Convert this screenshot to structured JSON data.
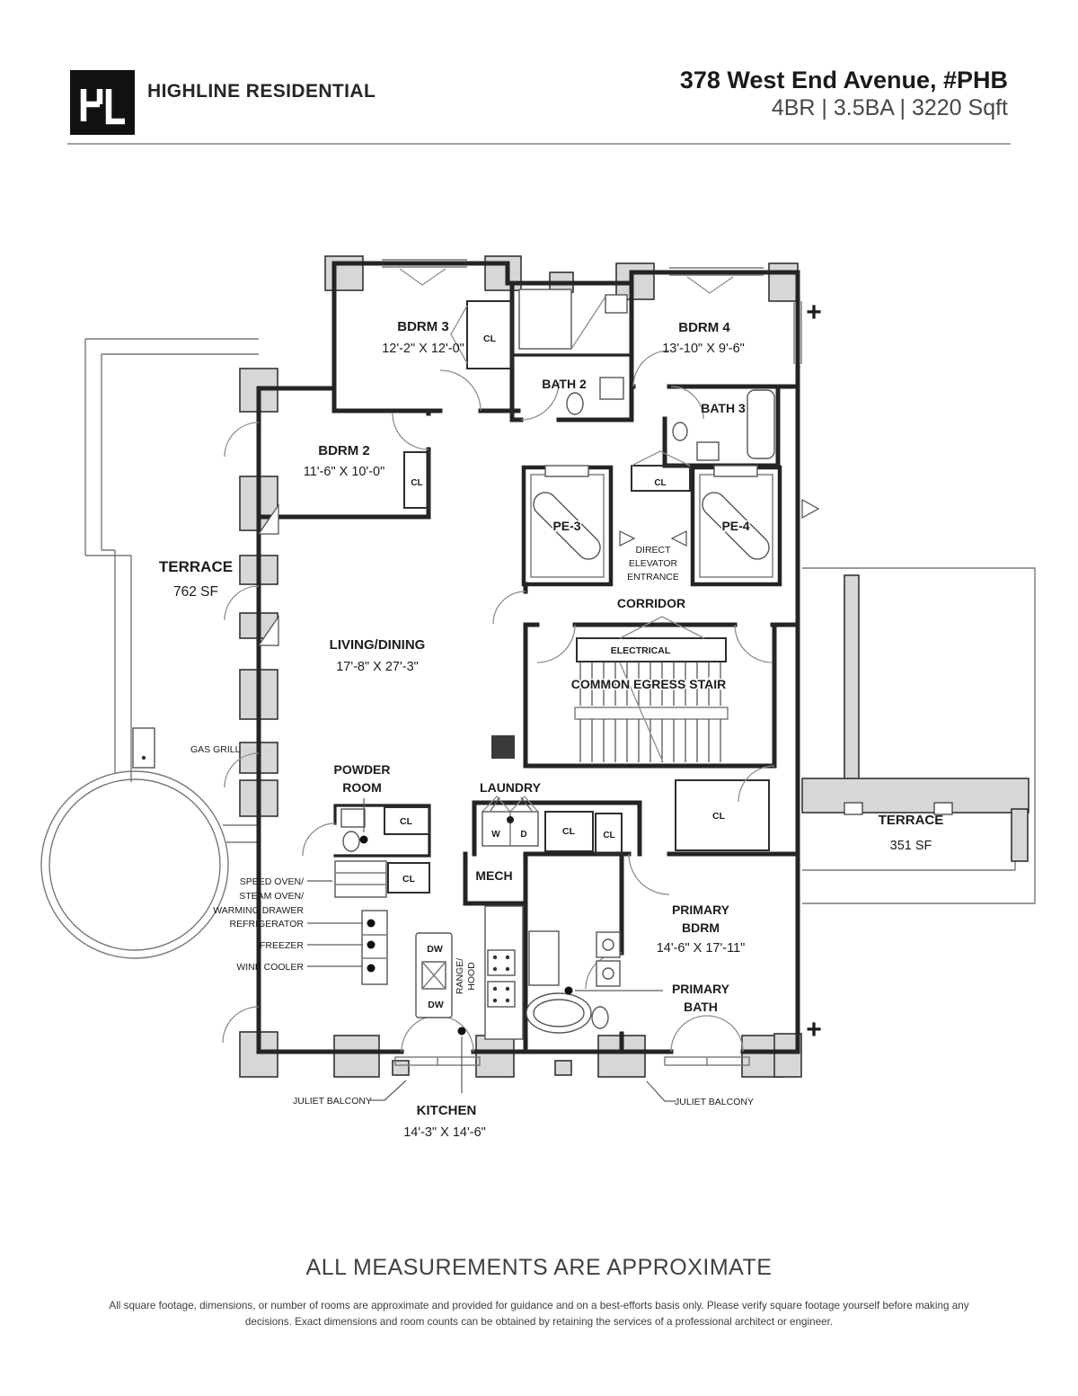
{
  "header": {
    "logo": "HL",
    "brand": "HIGHLINE RESIDENTIAL",
    "address": "378 West End Avenue, #PHB",
    "specs": "4BR | 3.5BA | 3220 Sqft"
  },
  "plan": {
    "cl": "CL",
    "dw": "DW",
    "w": "W",
    "d": "D",
    "plus": "+",
    "bdrm3": {
      "name": "BDRM 3",
      "dims": "12'-2\" X 12'-0\""
    },
    "bdrm4": {
      "name": "BDRM 4",
      "dims": "13'-10\" X 9'-6\""
    },
    "bdrm2": {
      "name": "BDRM 2",
      "dims": "11'-6\" X 10'-0\""
    },
    "bath2": "BATH 2",
    "bath3": "BATH 3",
    "terrace_left": {
      "name": "TERRACE",
      "area": "762 SF"
    },
    "terrace_right": {
      "name": "TERRACE",
      "area": "351 SF"
    },
    "pe3": "PE-3",
    "pe4": "PE-4",
    "direct_elevator": [
      "DIRECT",
      "ELEVATOR",
      "ENTRANCE"
    ],
    "corridor": "CORRIDOR",
    "electrical": "ELECTRICAL",
    "egress_stair": "COMMON EGRESS STAIR",
    "living": {
      "name": "LIVING/DINING",
      "dims": "17'-8\" X 27'-3\""
    },
    "gas_grill": "GAS GRILL",
    "powder_room": [
      "POWDER",
      "ROOM"
    ],
    "laundry": "LAUNDRY",
    "mech": "MECH",
    "speed_oven": [
      "SPEED OVEN/",
      "STEAM OVEN/",
      "WARMING DRAWER"
    ],
    "refrigerator": "REFRIGERATOR",
    "freezer": "FREEZER",
    "wine_cooler": "WINE COOLER",
    "range_hood": [
      "RANGE/",
      "HOOD"
    ],
    "primary_bdrm": {
      "line1": "PRIMARY",
      "line2": "BDRM",
      "dims": "14'-6\" X 17'-11\""
    },
    "primary_bath": [
      "PRIMARY",
      "BATH"
    ],
    "kitchen": {
      "name": "KITCHEN",
      "dims": "14'-3\" X 14'-6\""
    },
    "juliet_balcony": "JULIET BALCONY"
  },
  "footer": {
    "measurements_note": "ALL MEASUREMENTS ARE APPROXIMATE",
    "disclaimer": "All square footage, dimensions, or number of rooms are approximate and provided for guidance and on a best-efforts basis only. Please verify square footage yourself before making any decisions. Exact dimensions and room counts can be obtained by retaining the services of a professional architect or engineer."
  }
}
